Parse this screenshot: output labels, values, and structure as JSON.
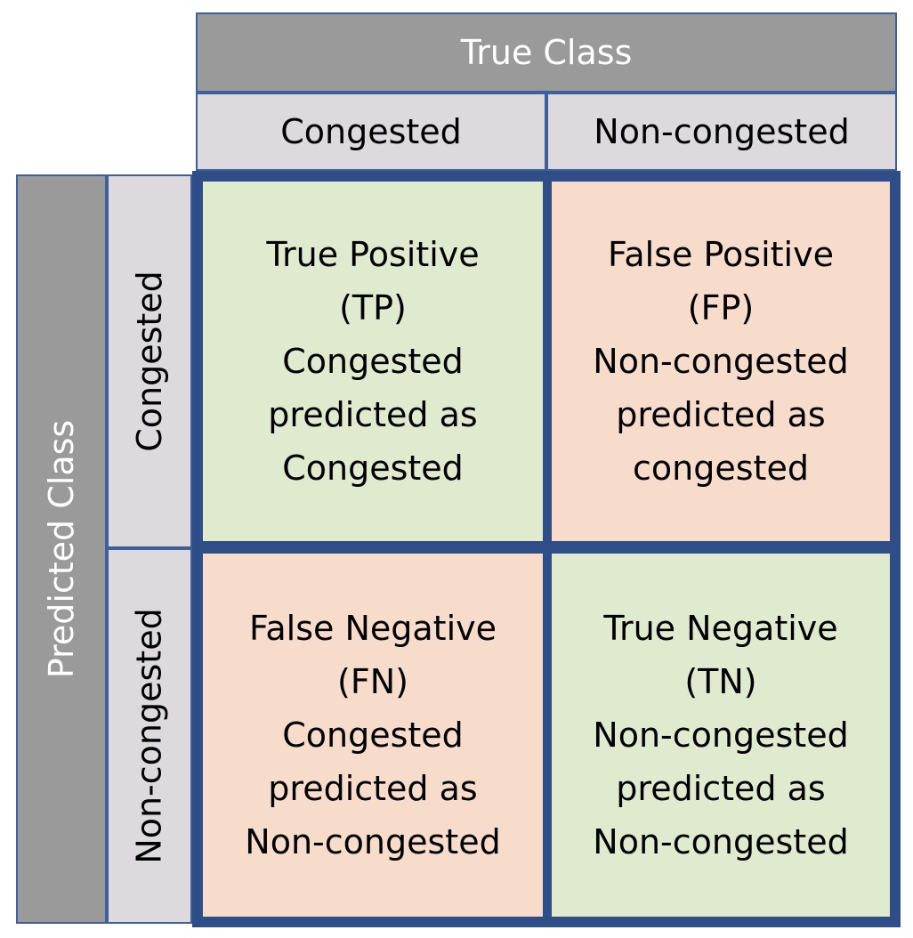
{
  "header": {
    "true_class": "True Class",
    "columns": [
      "Congested",
      "Non-congested"
    ]
  },
  "side": {
    "predicted_class": "Predicted Class",
    "rows": [
      "Congested",
      "Non-congested"
    ]
  },
  "cells": {
    "tp": {
      "title": "True Positive",
      "abbr": "(TP)",
      "line1": "Congested",
      "line2": "predicted as",
      "line3": "Congested"
    },
    "fp": {
      "title": "False Positive",
      "abbr": "(FP)",
      "line1": "Non-congested",
      "line2": "predicted as",
      "line3": "congested"
    },
    "fn": {
      "title": "False Negative",
      "abbr": "(FN)",
      "line1": "Congested",
      "line2": "predicted as",
      "line3": "Non-congested"
    },
    "tn": {
      "title": "True Negative",
      "abbr": "(TN)",
      "line1": "Non-congested",
      "line2": "predicted as",
      "line3": "Non-congested"
    }
  },
  "colors": {
    "header_gray": "#9a9a9a",
    "subheader_gray": "#dcdadd",
    "correct_green": "#e0eacf",
    "error_orange": "#f7dccc",
    "border_blue": "#2f4d86"
  }
}
